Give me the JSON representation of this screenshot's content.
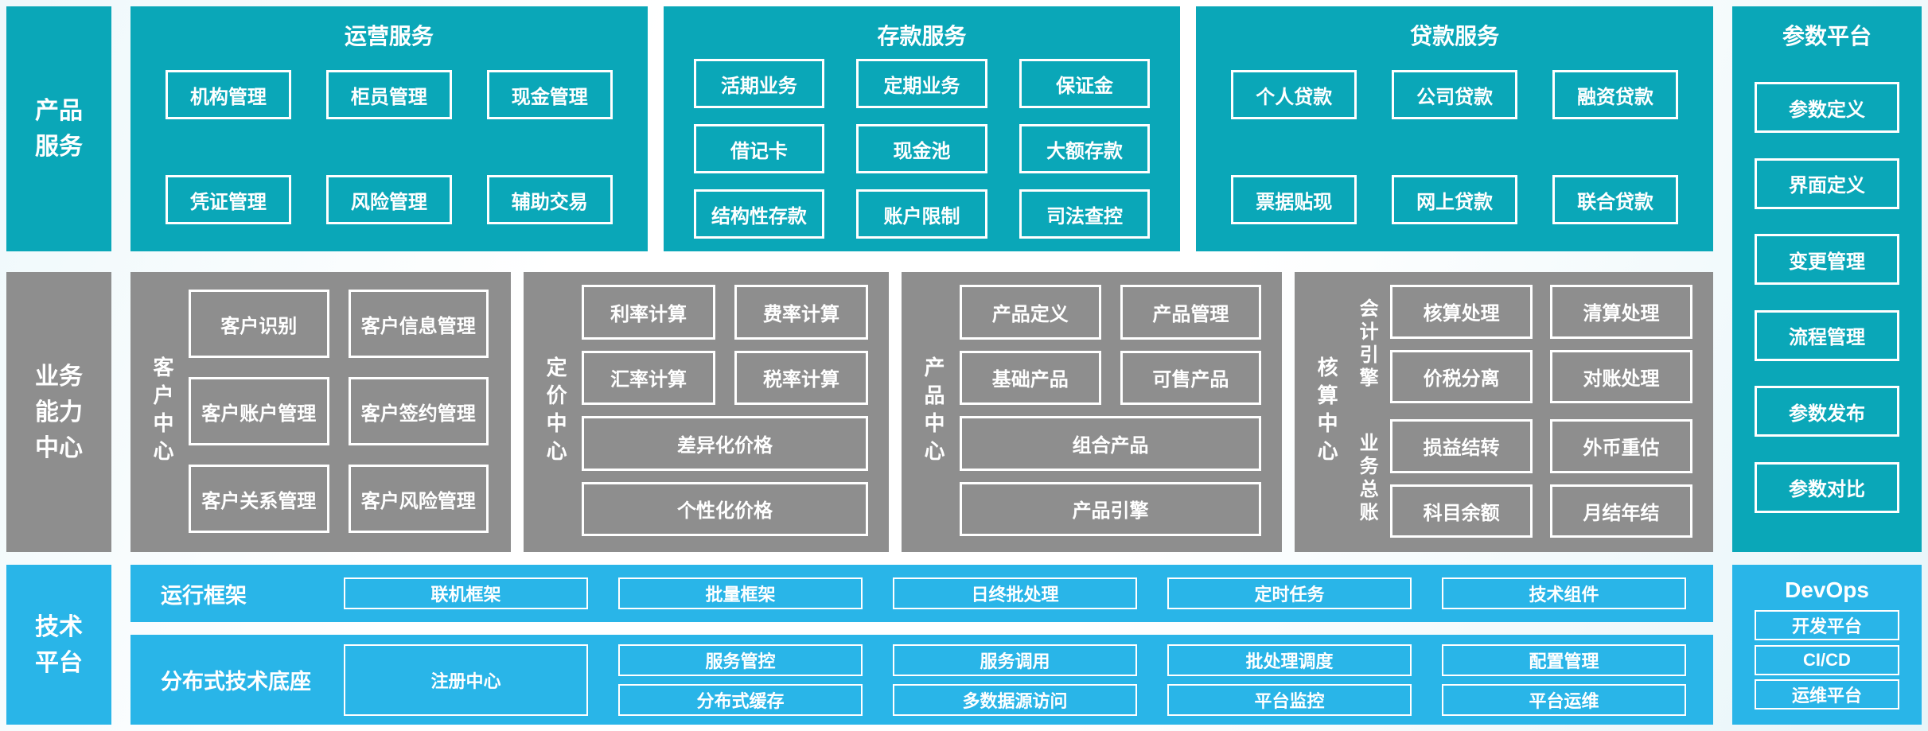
{
  "colors": {
    "teal": "#0aa7b8",
    "light_blue": "#29b5e8",
    "gray": "#8e8e8e",
    "box_border": "#ffffff"
  },
  "product_services": {
    "sidebar": "产品\n服务",
    "sections": [
      {
        "title": "运营服务",
        "items": [
          "机构管理",
          "柜员管理",
          "现金管理",
          "凭证管理",
          "风险管理",
          "辅助交易"
        ]
      },
      {
        "title": "存款服务",
        "items": [
          "活期业务",
          "定期业务",
          "保证金",
          "借记卡",
          "现金池",
          "大额存款",
          "结构性存款",
          "账户限制",
          "司法查控"
        ]
      },
      {
        "title": "贷款服务",
        "items": [
          "个人贷款",
          "公司贷款",
          "融资贷款",
          "票据贴现",
          "网上贷款",
          "联合贷款"
        ]
      }
    ]
  },
  "param_platform": {
    "title": "参数平台",
    "items": [
      "参数定义",
      "界面定义",
      "变更管理",
      "流程管理",
      "参数发布",
      "参数对比"
    ]
  },
  "business_center": {
    "sidebar": "业务\n能力\n中心",
    "customer": {
      "label": "客户中心",
      "items": [
        "客户识别",
        "客户信息管理",
        "客户账户管理",
        "客户签约管理",
        "客户关系管理",
        "客户风险管理"
      ]
    },
    "pricing": {
      "label": "定价中心",
      "items": [
        "利率计算",
        "费率计算",
        "汇率计算",
        "税率计算",
        "差异化价格",
        "个性化价格"
      ]
    },
    "product": {
      "label": "产品中心",
      "items": [
        "产品定义",
        "产品管理",
        "基础产品",
        "可售产品",
        "组合产品",
        "产品引擎"
      ]
    },
    "accounting": {
      "label": "核算中心",
      "groups": [
        {
          "label": "会计引擎",
          "items": [
            "核算处理",
            "清算处理",
            "价税分离",
            "对账处理"
          ]
        },
        {
          "label": "业务总账",
          "items": [
            "损益结转",
            "外币重估",
            "科目余额",
            "月结年结"
          ]
        }
      ]
    }
  },
  "tech_platform": {
    "sidebar": "技术\n平台",
    "runtime": {
      "label": "运行框架",
      "items": [
        "联机框架",
        "批量框架",
        "日终批处理",
        "定时任务",
        "技术组件"
      ]
    },
    "distributed": {
      "label": "分布式技术底座",
      "registry": "注册中心",
      "items": [
        "服务管控",
        "分布式缓存",
        "服务调用",
        "多数据源访问",
        "批处理调度",
        "平台监控",
        "配置管理",
        "平台运维"
      ]
    },
    "devops": {
      "title": "DevOps",
      "items": [
        "开发平台",
        "CI/CD",
        "运维平台"
      ]
    }
  }
}
